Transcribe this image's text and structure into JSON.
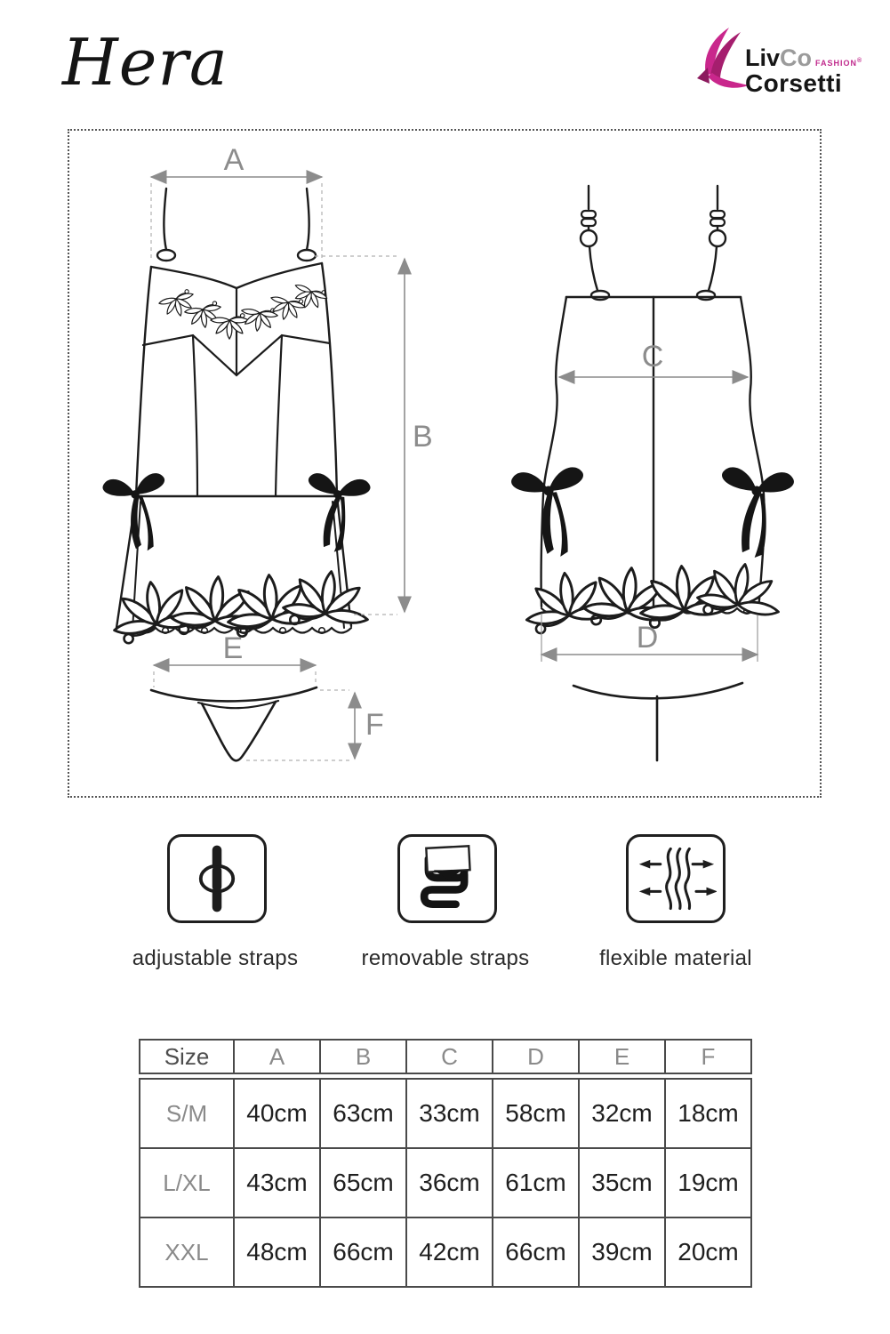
{
  "product": {
    "title": "Hera"
  },
  "brand": {
    "liv": "Liv",
    "co": "Co",
    "fashion": "FASHION",
    "registered": "®",
    "corsetti": "Corsetti",
    "accent_color": "#c02a8c"
  },
  "diagram": {
    "dim_labels": {
      "a": "A",
      "b": "B",
      "c": "C",
      "d": "D",
      "e": "E",
      "f": "F"
    }
  },
  "features": [
    {
      "label": "adjustable straps"
    },
    {
      "label": "removable straps"
    },
    {
      "label": "flexible material"
    }
  ],
  "size_table": {
    "headers": [
      "Size",
      "A",
      "B",
      "C",
      "D",
      "E",
      "F"
    ],
    "rows": [
      {
        "size": "S/M",
        "values": [
          "40cm",
          "63cm",
          "33cm",
          "58cm",
          "32cm",
          "18cm"
        ]
      },
      {
        "size": "L/XL",
        "values": [
          "43cm",
          "65cm",
          "36cm",
          "61cm",
          "35cm",
          "19cm"
        ]
      },
      {
        "size": "XXL",
        "values": [
          "48cm",
          "66cm",
          "42cm",
          "66cm",
          "39cm",
          "20cm"
        ]
      }
    ]
  },
  "colors": {
    "line": "#1c1c1c",
    "dimension": "#8c8c8c",
    "table_border": "#4a4a4a",
    "muted_text": "#8a8a8a",
    "text": "#1f1f1f"
  }
}
